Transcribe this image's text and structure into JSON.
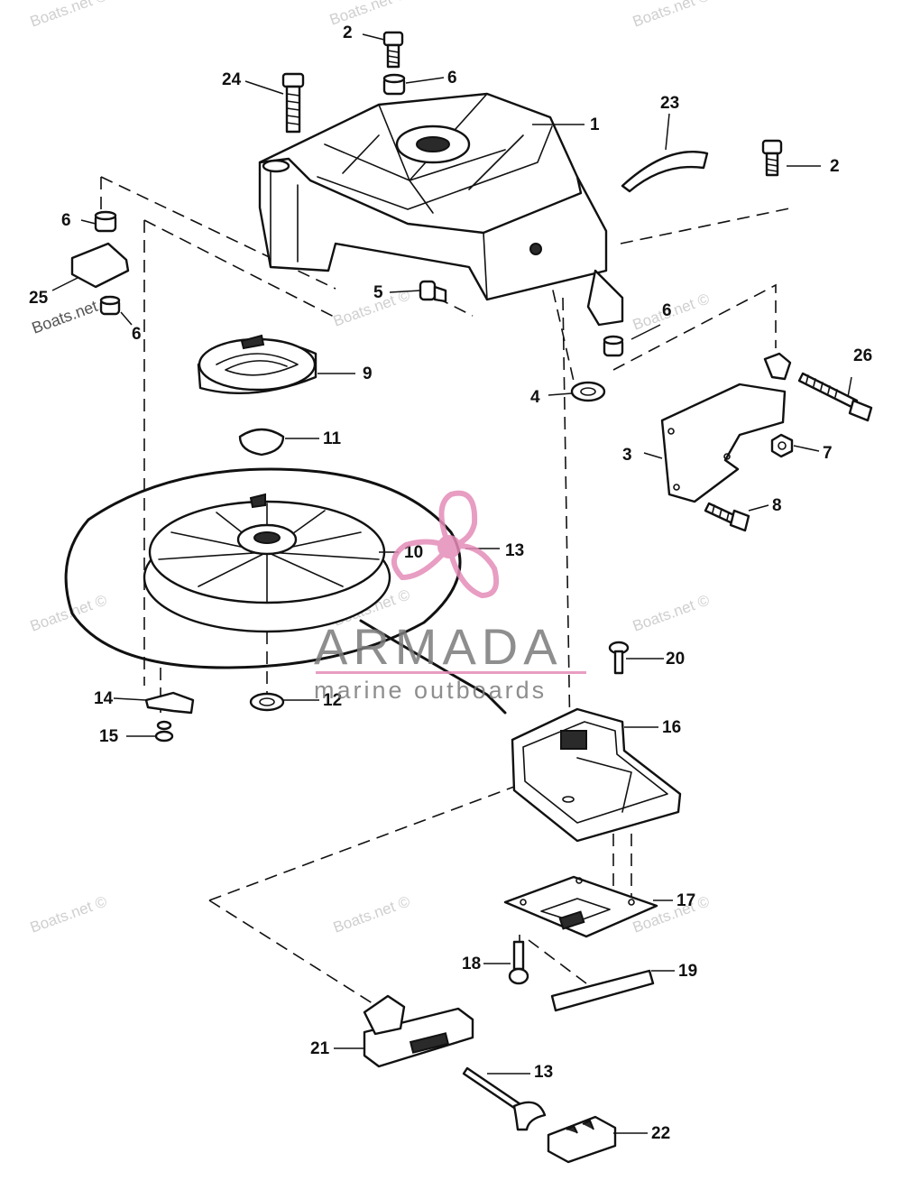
{
  "callouts": {
    "c1": "1",
    "c2a": "2",
    "c2b": "2",
    "c3": "3",
    "c4": "4",
    "c5": "5",
    "c6a": "6",
    "c6b": "6",
    "c6c": "6",
    "c6d": "6",
    "c7": "7",
    "c8": "8",
    "c9": "9",
    "c10": "10",
    "c11": "11",
    "c12": "12",
    "c13a": "13",
    "c13b": "13",
    "c14": "14",
    "c15": "15",
    "c16": "16",
    "c17": "17",
    "c18": "18",
    "c19": "19",
    "c20": "20",
    "c21": "21",
    "c22": "22",
    "c23": "23",
    "c24": "24",
    "c25": "25",
    "c26": "26"
  },
  "watermarks": {
    "site": "Boats.net",
    "site_copy": "Boats.net ©",
    "brand_name": "ARMADA",
    "brand_subtitle": "marine outboards"
  },
  "colors": {
    "line": "#111111",
    "watermark_gray": "#cfcfcf",
    "brand_gray": "#7b7b7b",
    "brand_pink": "#e58cb8"
  }
}
